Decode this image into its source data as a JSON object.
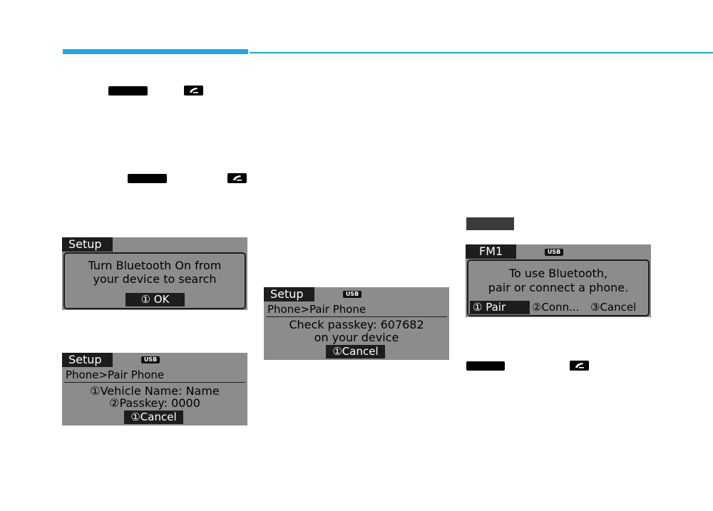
{
  "colors": {
    "accent": "#1fa6e6",
    "screen_bg": "#8c8c8c",
    "screen_dark": "#1d1d1d"
  },
  "icons": {
    "phone": "phone-handset-icon"
  },
  "screen_setup_turn_on": {
    "tab": "Setup",
    "line1": "Turn Bluetooth On from",
    "line2": "your device to search",
    "softkey": "① OK"
  },
  "screen_setup_vehicle": {
    "tab": "Setup",
    "usb": "USB",
    "subtitle": "Phone>Pair Phone",
    "line1": "①Vehicle Name: Name",
    "line2": "②Passkey: 0000",
    "softkey": "①Cancel"
  },
  "screen_setup_passkey": {
    "tab": "Setup",
    "usb": "USB",
    "subtitle": "Phone>Pair Phone",
    "line1": "Check passkey: 607682",
    "line2": "on your device",
    "softkey": "①Cancel"
  },
  "screen_fm1": {
    "tab": "FM1",
    "usb": "USB",
    "line1": "To use Bluetooth,",
    "line2": "pair or connect a phone.",
    "opt1": "① Pair",
    "opt2": "②Conn...",
    "opt3": "③Cancel"
  }
}
